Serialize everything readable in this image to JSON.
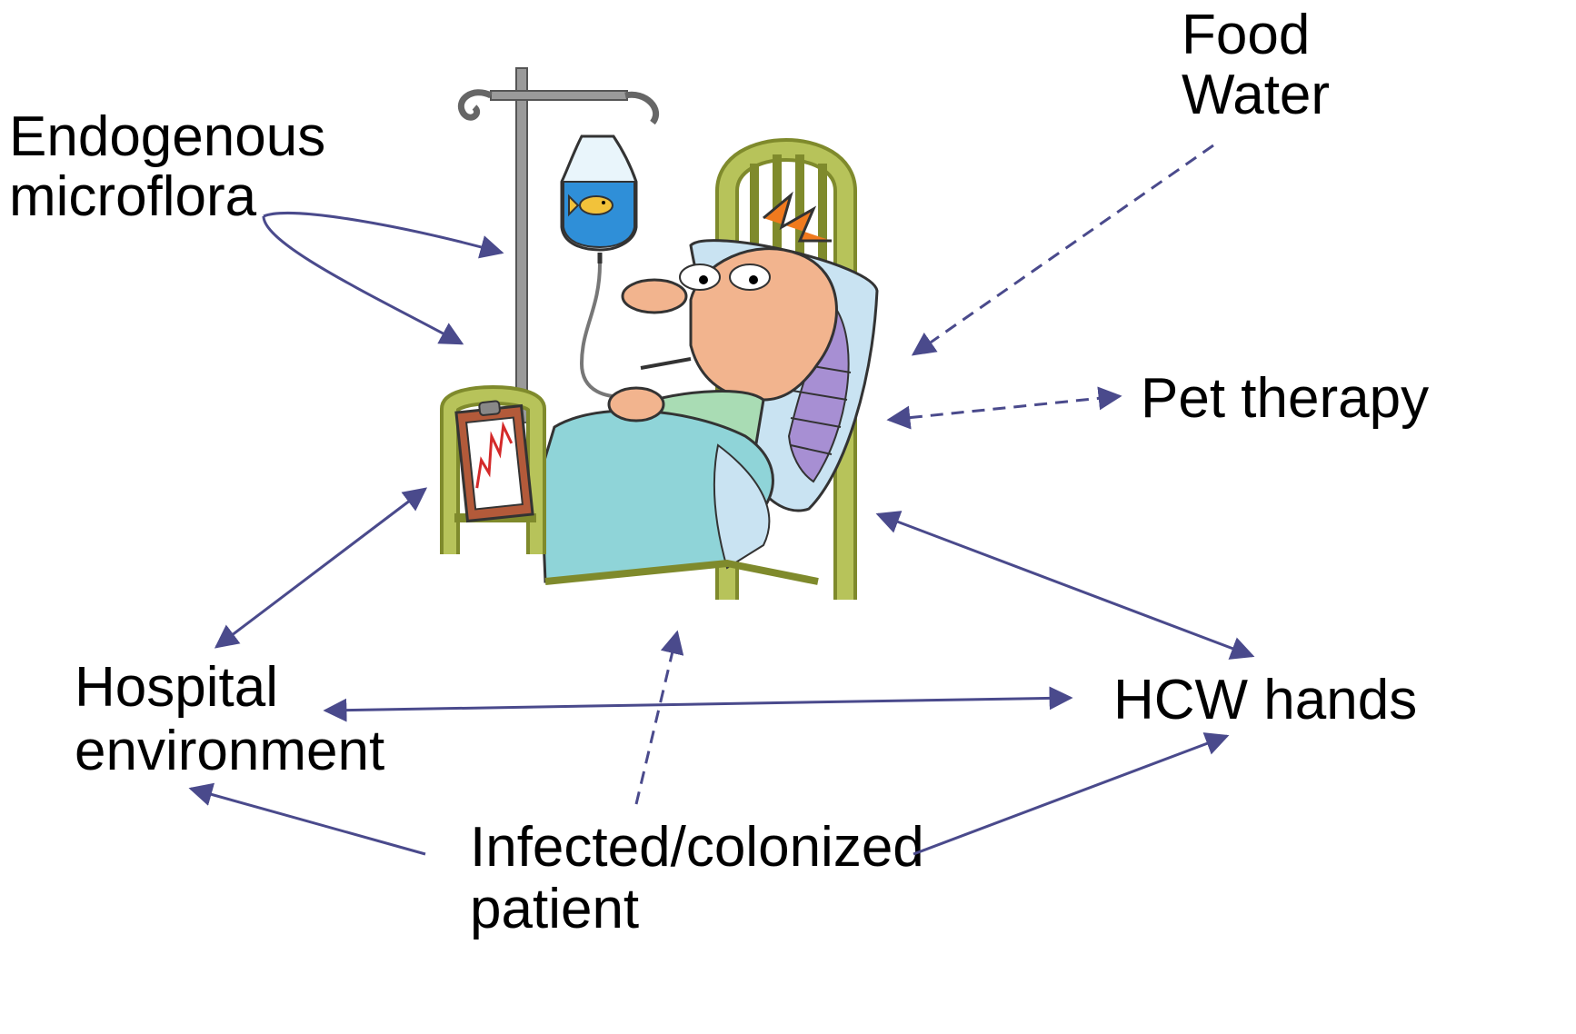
{
  "labels": {
    "food": "Food",
    "water": "Water",
    "endogenous_line1": "Endogenous",
    "endogenous_line2": "microflora",
    "pet_therapy": "Pet therapy",
    "hospital_line1": "Hospital",
    "hospital_line2": "environment",
    "hcw_hands": "HCW hands",
    "patient_line1": "Infected/colonized",
    "patient_line2": "patient"
  },
  "colors": {
    "arrow": "#4a4a8c",
    "bed_frame": "#b7c35a",
    "bed_frame_dark": "#7f8a2c",
    "sheet": "#8fd4d8",
    "pillow": "#c9e3f2",
    "pillow_stripe": "#a78fd3",
    "skin": "#f2b48e",
    "hair": "#f07a1e",
    "gown": "#a9dcb4",
    "iv_fluid": "#2f8fd8",
    "pole": "#9a9a9a",
    "chart_line": "#d42a2a"
  },
  "illustration": {
    "subject": "patient-in-hospital-bed-with-iv-drip"
  }
}
